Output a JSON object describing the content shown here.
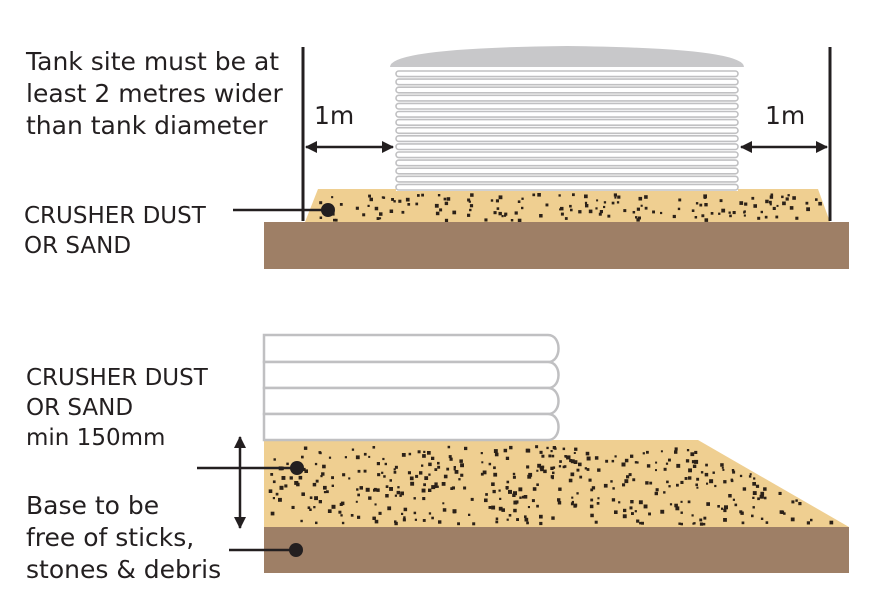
{
  "top": {
    "note_lines": [
      "Tank site must be at",
      "least 2 metres wider",
      "than tank diameter"
    ],
    "left_gap": "1m",
    "right_gap": "1m",
    "fill_label_lines": [
      "CRUSHER DUST",
      "OR SAND"
    ]
  },
  "bottom": {
    "fill_label_lines": [
      "CRUSHER DUST",
      "OR SAND",
      "min 150mm"
    ],
    "base_label_lines": [
      "Base to be",
      "free of sticks,",
      "stones & debris"
    ]
  },
  "colors": {
    "sand": "#efcf91",
    "ground": "#9e7f66",
    "tank_outline": "#c0c0c2",
    "roof": "#c8c8ca",
    "ink": "#231f20",
    "speckle": "#2b2118"
  }
}
